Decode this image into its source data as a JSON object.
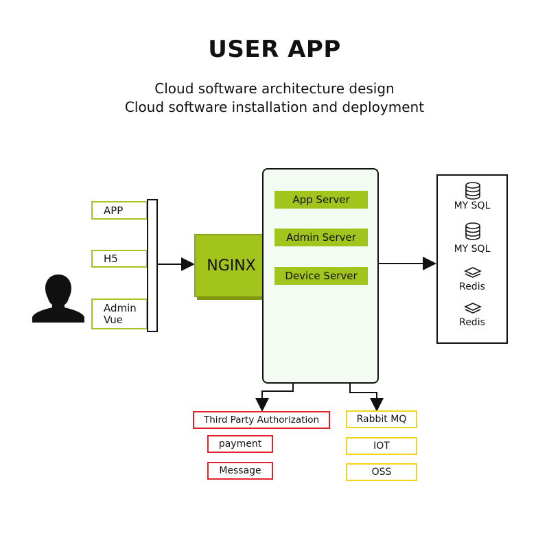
{
  "header": {
    "title": "USER APP",
    "subtitle_line1": "Cloud software architecture design",
    "subtitle_line2": "Cloud software installation and deployment"
  },
  "clients": {
    "app": "APP",
    "h5": "H5",
    "admin_line1": "Admin",
    "admin_line2": "Vue"
  },
  "gateway": {
    "label": "NGINX"
  },
  "servers": {
    "app_server": "App Server",
    "admin_server": "Admin Server",
    "device_server": "Device Server"
  },
  "databases": {
    "mysql_1": "MY SQL",
    "mysql_2": "MY SQL",
    "redis_1": "Redis",
    "redis_2": "Redis"
  },
  "third_party": {
    "auth": "Third Party Authorization",
    "payment": "payment",
    "message": "Message"
  },
  "middleware": {
    "rabbitmq": "Rabbit MQ",
    "iot": "IOT",
    "oss": "OSS"
  },
  "colors": {
    "accent_green": "#a3c31d",
    "panel_bg": "#f3fbf2",
    "red": "#e2202a",
    "yellow": "#f3d21c"
  },
  "icons": {
    "user": "user-silhouette-icon",
    "database": "database-icon",
    "redis": "redis-layers-icon"
  }
}
